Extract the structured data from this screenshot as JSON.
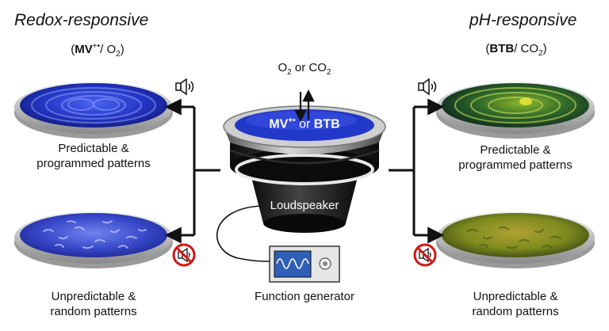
{
  "left": {
    "title": "Redox-responsive",
    "subtitle": {
      "bold": "MV",
      "sup": "+•",
      "rest": "/ O",
      "sub": "2",
      "close": ")",
      "open": "("
    },
    "top_caption": [
      "Predictable &",
      "programmed patterns"
    ],
    "bottom_caption": [
      "Unpredictable &",
      "random patterns"
    ]
  },
  "right": {
    "title": "pH-responsive",
    "subtitle": {
      "open": "(",
      "bold": "BTB",
      "rest": "/ CO",
      "sub": "2",
      "close": ")"
    },
    "top_caption": [
      "Predictable &",
      "programmed patterns"
    ],
    "bottom_caption": [
      "Unpredictable &",
      "random patterns"
    ]
  },
  "center": {
    "gas": {
      "a": "O",
      "a_sub": "2",
      "mid": " or CO",
      "b_sub": "2"
    },
    "liquid": {
      "mv": "MV",
      "mv_sup": "+•",
      "or": " or ",
      "btb": "BTB"
    },
    "speaker_label": "Loudspeaker",
    "generator_label": "Function generator"
  },
  "colors": {
    "blue_dish": "#2b3fd0",
    "green_dish": "#2f6a2a",
    "yellow_dish": "#7d8a1e",
    "speaker_dark": "#1a1a1a",
    "no_sound": "#d01818"
  },
  "icons": [
    "speaker-on-icon",
    "speaker-off-icon"
  ]
}
